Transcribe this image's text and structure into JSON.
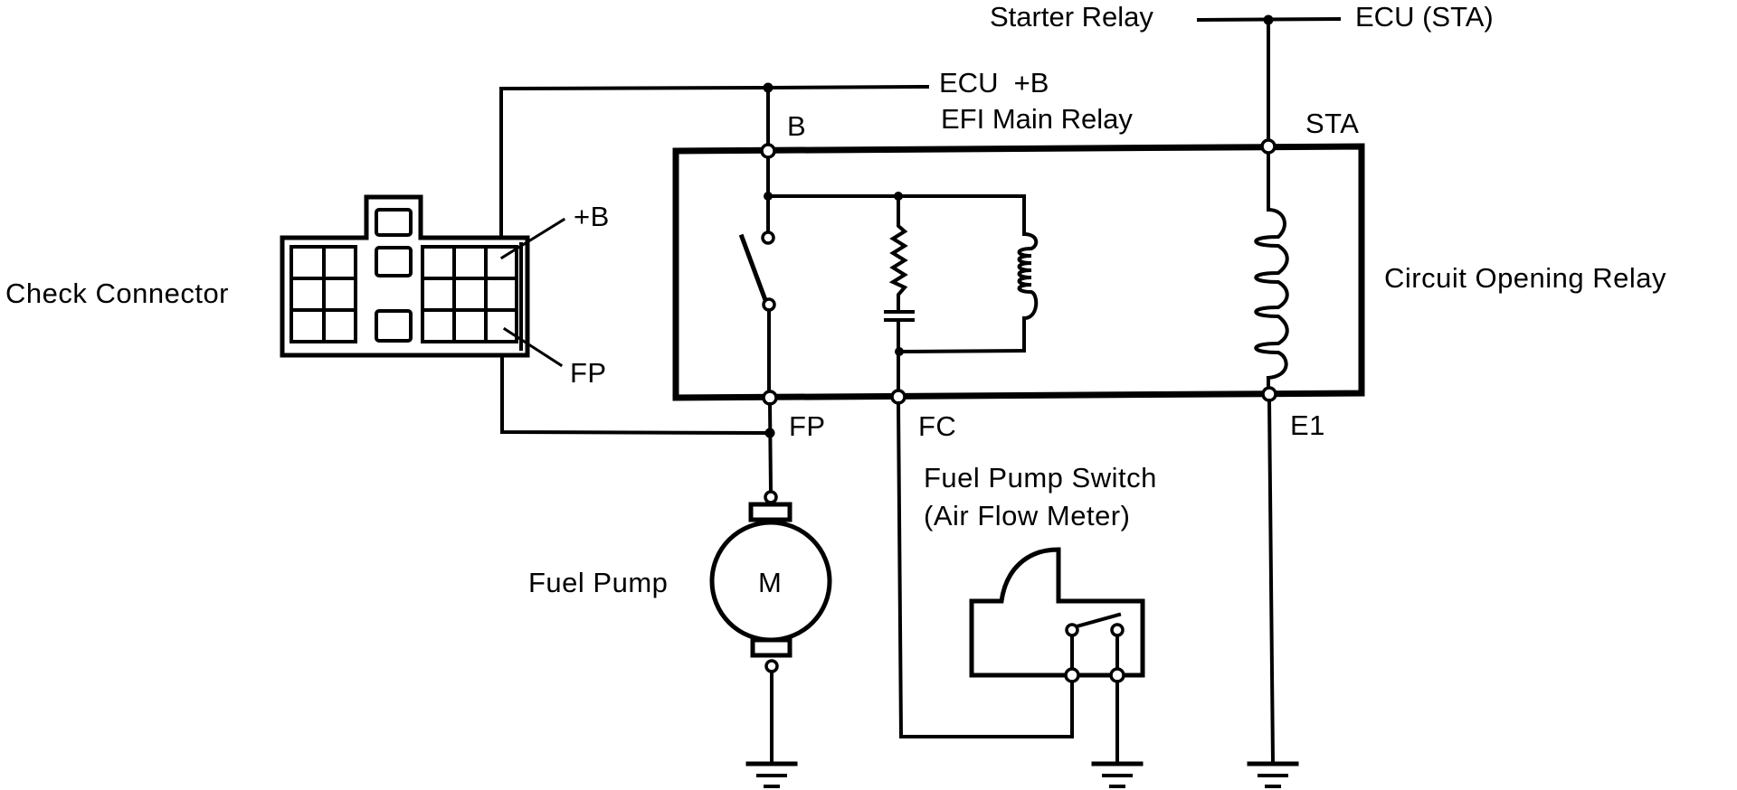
{
  "diagram": {
    "type": "circuit-schematic",
    "colors": {
      "ink": "#000000",
      "background": "#ffffff"
    },
    "labels": {
      "starter_relay": "Starter Relay",
      "ecu_sta": "ECU (STA)",
      "ecu_b": "ECU  +B",
      "efi_main_relay": "EFI Main Relay",
      "check_connector": "Check Connector",
      "check_plus_b": "+B",
      "check_fp": "FP",
      "circuit_opening_relay": "Circuit Opening Relay",
      "fuel_pump": "Fuel Pump",
      "motor_symbol": "M",
      "fuel_pump_switch": "Fuel Pump Switch",
      "air_flow_meter": "(Air Flow Meter)"
    },
    "terminals": {
      "b": "B",
      "sta": "STA",
      "fp": "FP",
      "fc": "FC",
      "e1": "E1"
    },
    "components": [
      {
        "id": "check-connector",
        "label": "Check Connector",
        "pins_used": [
          "+B",
          "FP"
        ]
      },
      {
        "id": "circuit-opening-relay",
        "label": "Circuit Opening Relay",
        "terminals": [
          "B",
          "STA",
          "FP",
          "FC",
          "E1"
        ]
      },
      {
        "id": "fuel-pump",
        "label": "Fuel Pump",
        "symbol": "M"
      },
      {
        "id": "fuel-pump-switch",
        "label": "Fuel Pump Switch (Air Flow Meter)"
      }
    ],
    "connections": [
      {
        "from": "EFI Main Relay / ECU +B",
        "to": "B"
      },
      {
        "from": "ECU +B",
        "to": "Check Connector +B"
      },
      {
        "from": "Starter Relay",
        "to": "STA"
      },
      {
        "from": "STA",
        "to": "ECU (STA)"
      },
      {
        "from": "FP",
        "to": "Fuel Pump"
      },
      {
        "from": "FP",
        "to": "Check Connector FP"
      },
      {
        "from": "FC",
        "to": "Fuel Pump Switch"
      },
      {
        "from": "Fuel Pump",
        "to": "ground"
      },
      {
        "from": "Fuel Pump Switch",
        "to": "ground"
      },
      {
        "from": "E1",
        "to": "ground"
      }
    ]
  }
}
